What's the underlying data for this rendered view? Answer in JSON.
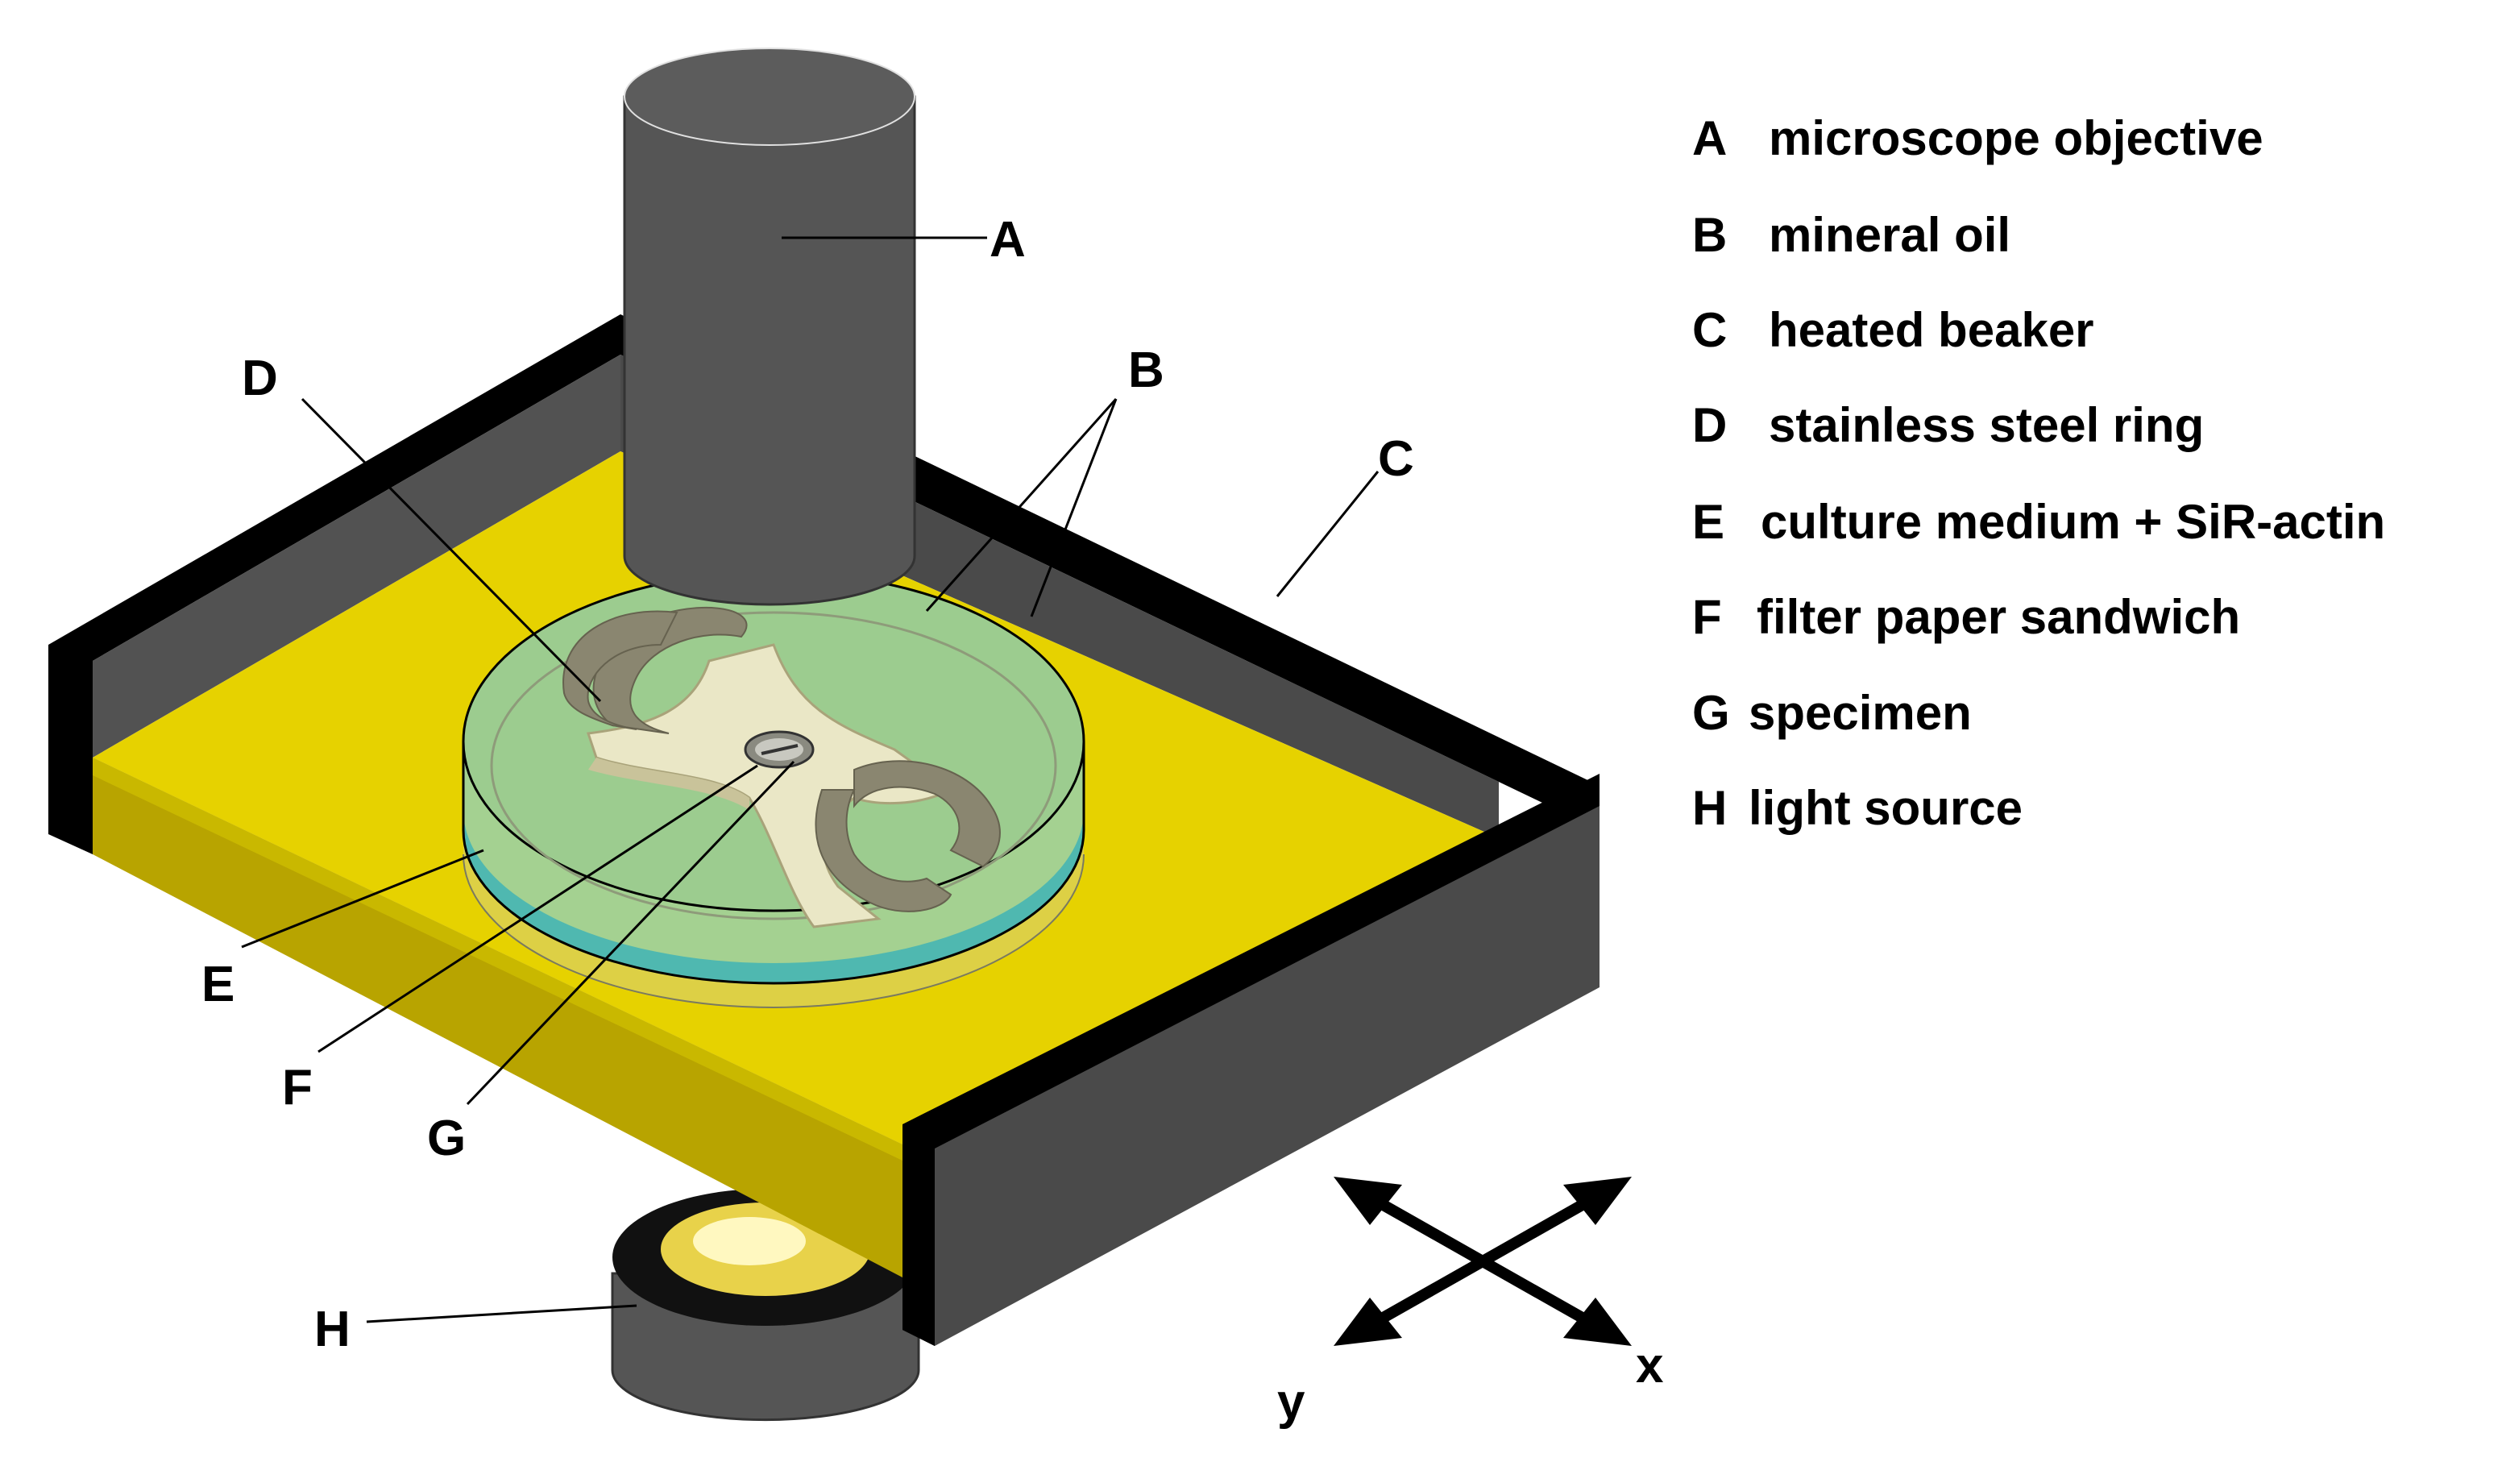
{
  "callouts": {
    "A": "A",
    "B": "B",
    "C": "C",
    "D": "D",
    "E": "E",
    "F": "F",
    "G": "G",
    "H": "H"
  },
  "legend": [
    {
      "letter": "A",
      "text": "microscope objective"
    },
    {
      "letter": "B",
      "text": "mineral oil"
    },
    {
      "letter": "C",
      "text": "heated beaker"
    },
    {
      "letter": "D",
      "text": "stainless steel ring"
    },
    {
      "letter": "E",
      "text": "culture medium + SiR-actin"
    },
    {
      "letter": "F",
      "text": "filter paper sandwich"
    },
    {
      "letter": "G",
      "text": "specimen"
    },
    {
      "letter": "H",
      "text": "light source"
    }
  ],
  "axes": {
    "x": "x",
    "y": "y"
  },
  "colors": {
    "stage_yellow": "#e6d200",
    "stage_edge": "#b8a400",
    "wall_dark": "#505050",
    "wall_black": "#000000",
    "objective_gray": "#555555",
    "mineral_oil_green": "#9ccc8f",
    "culture_medium_cyan": "#4fb8b0",
    "steel_ring": "#8a8670",
    "filter_paper": "#eae7c6"
  }
}
